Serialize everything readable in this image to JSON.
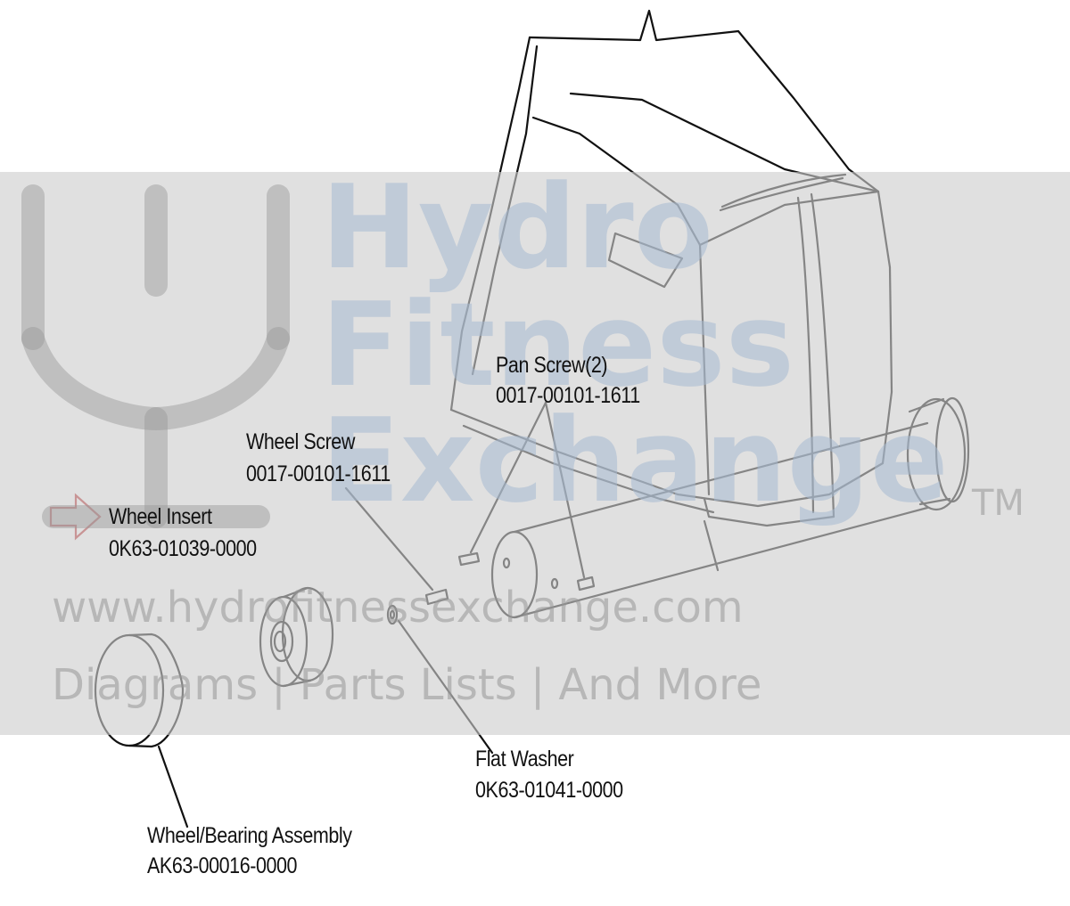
{
  "watermark": {
    "brand_line1": "Hydro",
    "brand_line2": "Fitness",
    "brand_line3": "Exchange",
    "trademark": "TM",
    "website": "www.hydrofitnessexchange.com",
    "tagline": "Diagrams | Parts Lists | And More"
  },
  "callouts": [
    {
      "name": "Pan Screw(2)",
      "part_number": "0017-00101-1611"
    },
    {
      "name": "Wheel Screw",
      "part_number": "0017-00101-1611"
    },
    {
      "name": "Wheel Insert",
      "part_number": "0K63-01039-0000"
    },
    {
      "name": "Flat Washer",
      "part_number": "0K63-01041-0000"
    },
    {
      "name": "Wheel/Bearing Assembly",
      "part_number": "AK63-00016-0000"
    }
  ],
  "colors": {
    "highlight_arrow": "#c0393b",
    "line": "#111111",
    "watermark_band": "#cdcdcd"
  }
}
